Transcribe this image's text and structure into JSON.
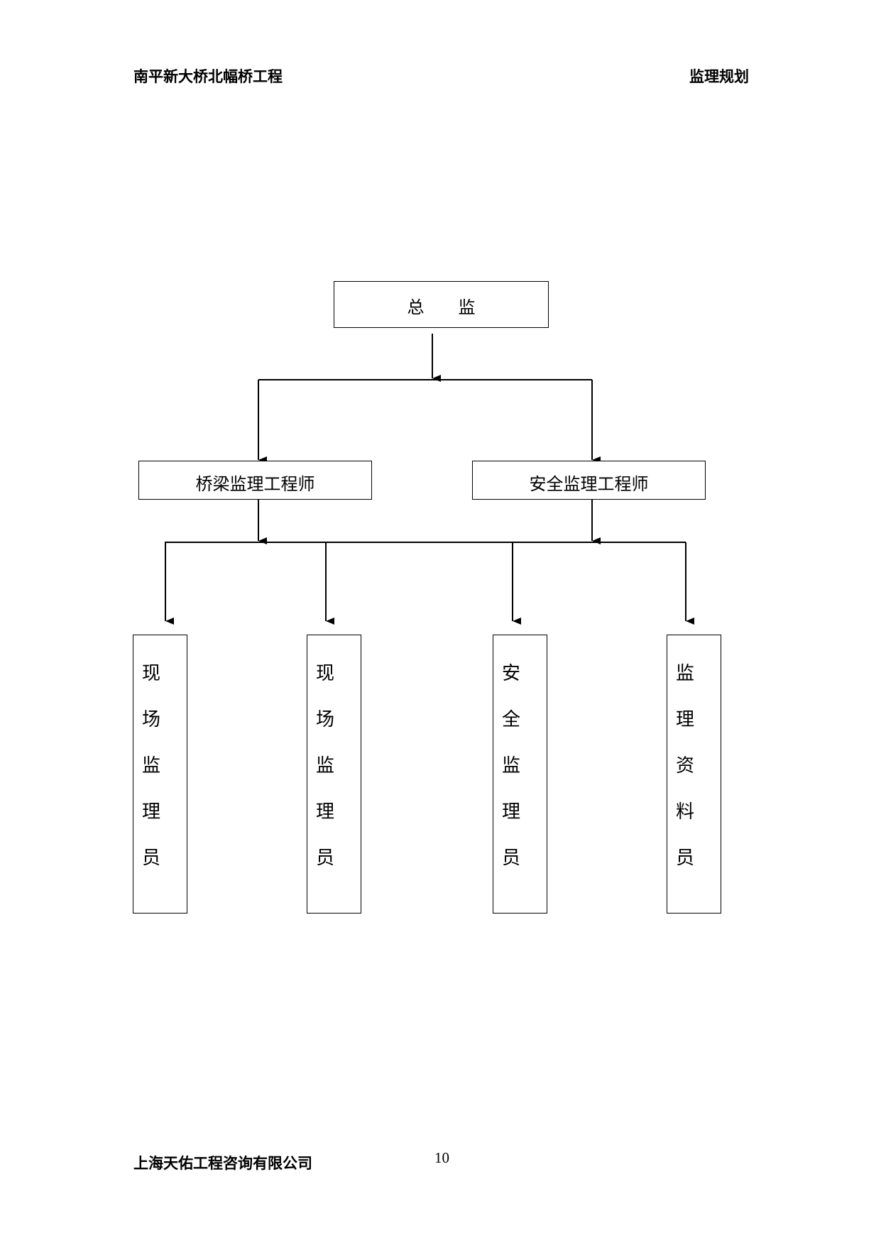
{
  "header": {
    "project": "南平新大桥北幅桥工程",
    "doc_type": "监理规划"
  },
  "footer": {
    "company": "上海天佑工程咨询有限公司",
    "page_number": "10"
  },
  "org_chart": {
    "top": "总　　监",
    "level2": {
      "bridge_engineer": "桥梁监理工程师",
      "safety_engineer": "安全监理工程师"
    },
    "level3": {
      "site_supervisor_1": "现场监理员",
      "site_supervisor_2": "现场监理员",
      "safety_supervisor": "安全监理员",
      "records_clerk": "监理资料员"
    }
  }
}
